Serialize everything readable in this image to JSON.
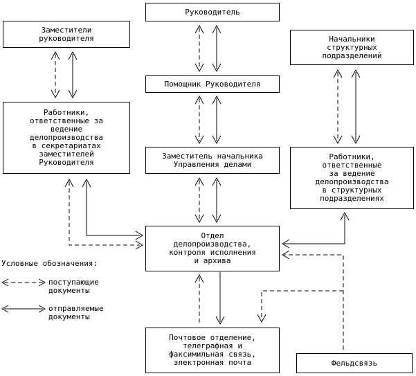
{
  "colors": {
    "line": "#000000",
    "background": "#ffffff"
  },
  "boxes": {
    "head": "Руководитель",
    "deputies": "Заместители\nруководителя",
    "unit_chiefs": "Начальники\nструктурных\nподразделений",
    "assistant": "Помощник Руководителя",
    "deputy_staff": "Заместитель начальника\nУправления делами",
    "secretariat_workers": "Работники,\nответственные за\nведение\nделопроизводства\nв секретариатах\nзаместителей\nРуководителя",
    "unit_workers": "Работники,\nответственные\nза ведение\nделопроизводства\nв структурных\nподразделениях",
    "records_dept": "Отдел\nделопроизводства,\nконтроля исполнения\nи архива",
    "post_office": "Почтовое отделение,\nтелеграфная и\nфаксимильная связь,\nэлектронная почта",
    "courier": "Фельдсвязь"
  },
  "legend": {
    "title": "Условные обозначения:",
    "incoming": "поступающие\nдокументы",
    "outgoing": "отправляемые\nдокументы"
  }
}
